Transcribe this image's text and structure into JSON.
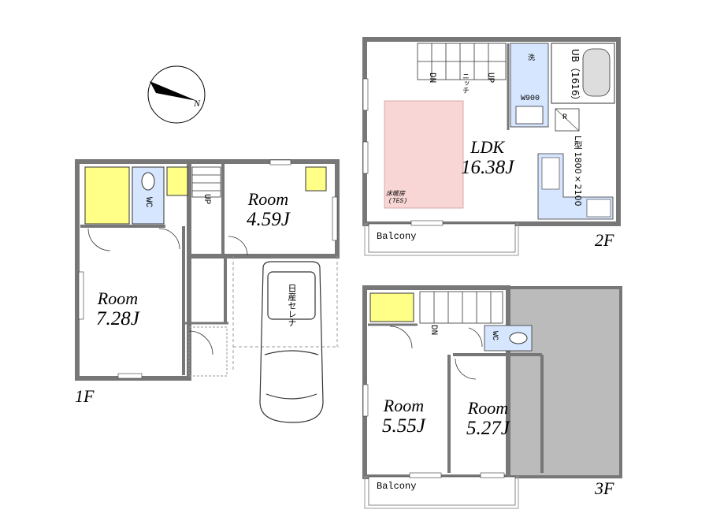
{
  "floors": {
    "f1": {
      "label": "1F",
      "rooms": [
        {
          "id": "room-a",
          "name": "Room",
          "size": "7.28J"
        },
        {
          "id": "room-b",
          "name": "Room",
          "size": "4.59J"
        }
      ],
      "wc": "WC",
      "stairs": "UP",
      "car": "日産セレナ"
    },
    "f2": {
      "label": "2F",
      "ldk": {
        "name": "LDK",
        "size": "16.38J"
      },
      "balcony": "Balcony",
      "stairs_down": "DN",
      "stairs_up": "UP",
      "niche": "ニッチ",
      "washer": "W900",
      "unit_bath": "UB（1616）",
      "fridge": "R",
      "kitchen": "L型 1800×2100",
      "floor_heating": "床暖房",
      "floor_heating_sub": "(TES)",
      "wash_icon": "洗"
    },
    "f3": {
      "label": "3F",
      "rooms": [
        {
          "id": "room-c",
          "name": "Room",
          "size": "5.55J"
        },
        {
          "id": "room-d",
          "name": "Room",
          "size": "5.27J"
        }
      ],
      "balcony": "Balcony",
      "wc": "WC",
      "stairs": "DN"
    }
  },
  "compass": {
    "north": "N"
  },
  "colors": {
    "wall": "#777777",
    "storage": "#ffff88",
    "wet": "#d6e6ff",
    "heating": "#f9d6d6",
    "void": "#bbbbbb"
  }
}
